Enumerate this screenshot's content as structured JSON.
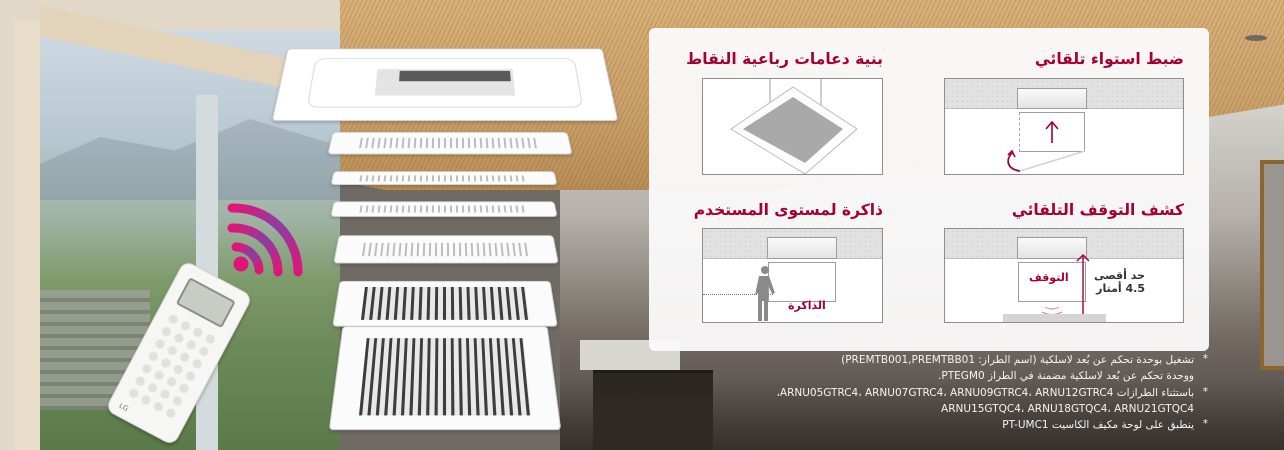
{
  "banner": {
    "accent_color": "#a50034",
    "features": [
      {
        "id": "auto-elevation",
        "title": "ضبط استواء تلقائي",
        "icon": "arrow-up-icon"
      },
      {
        "id": "four-point-support",
        "title": "بنية دعامات رباعية النقاط",
        "icon": "suspended-panel-icon"
      },
      {
        "id": "auto-stop-detection",
        "title": "كشف التوقف التلقائي",
        "inner_label": "التوقف",
        "distance_label_line1": "حد أقصى",
        "distance_label_line2": "4.5 أمتار",
        "icon": "sensor-waves-icon"
      },
      {
        "id": "user-level-memory",
        "title": "ذاكرة لمستوى المستخدم",
        "inner_label": "الذاكرة",
        "icon": "person-icon"
      }
    ],
    "footnotes": [
      {
        "line1": "تشغيل بوحدة تحكم عن بُعد لاسلكية (اسم الطراز: PREMTB001,PREMTBB01)",
        "line2": "ووحدة تحكم عن بُعد لاسلكية مضمنة في الطراز PTEGM0."
      },
      {
        "line1": "باستثناء الطرازات ARNU05GTRC4، ARNU07GTRC4، ARNU09GTRC4، ARNU12GTRC4،",
        "line2": "ARNU15GTQC4، ARNU18GTQC4، ARNU21GTQC4"
      },
      {
        "line1": "ينطبق على لوحة مكيف الكاسيت PT-UMC1"
      }
    ],
    "footnote_marker": "*",
    "remote": {
      "brand": "LG"
    },
    "wifi_colors": [
      "#e0157a",
      "#8a3fa0"
    ]
  }
}
